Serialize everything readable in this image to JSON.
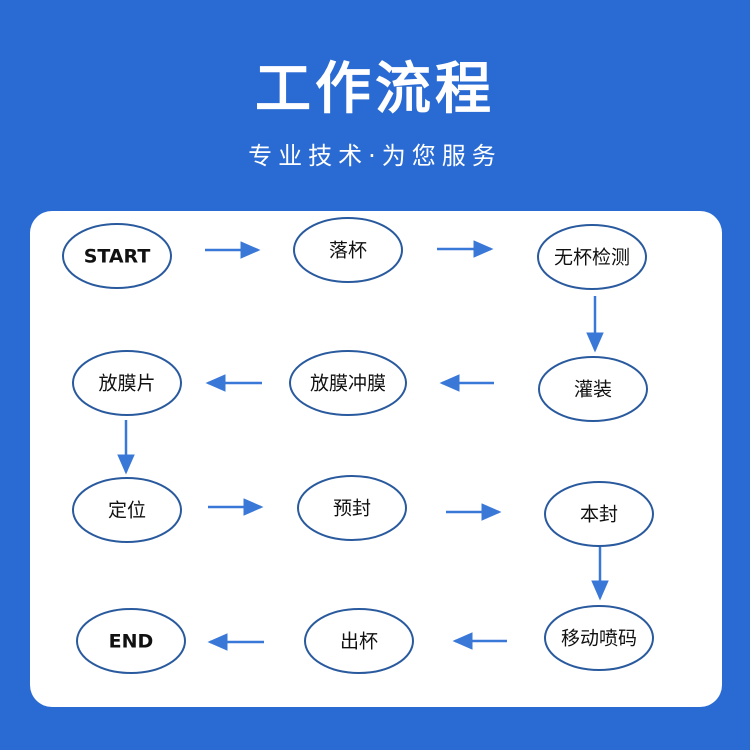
{
  "header": {
    "title": "工作流程",
    "subtitle": "专业技术·为您服务"
  },
  "colors": {
    "background": "#2a6bd3",
    "panel": "#ffffff",
    "node_border": "#2a5a9e",
    "arrow": "#3a78d8"
  },
  "steps": [
    "START",
    "落杯",
    "无杯检测",
    "灌装",
    "放膜冲膜",
    "放膜片",
    "定位",
    "预封",
    "本封",
    "移动喷码",
    "出杯",
    "END"
  ]
}
